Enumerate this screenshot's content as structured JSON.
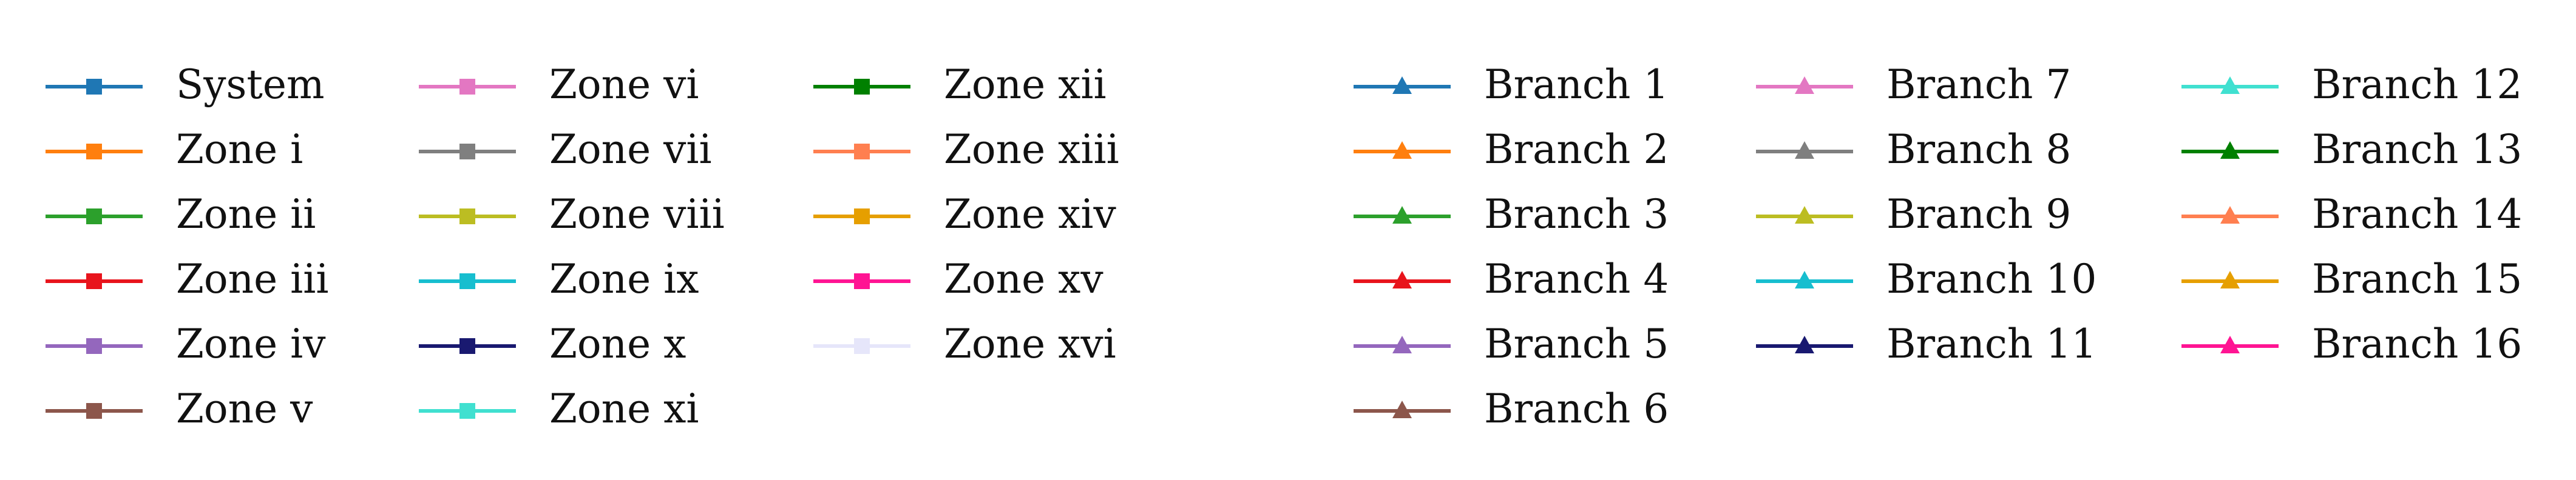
{
  "chart_data": [
    {
      "type": "line",
      "title": "",
      "legend_placement": "left",
      "marker": "square",
      "series": [
        {
          "name": "System",
          "color": "#1f77b4"
        },
        {
          "name": "Zone i",
          "color": "#ff7f0e"
        },
        {
          "name": "Zone ii",
          "color": "#2ca02c"
        },
        {
          "name": "Zone iii",
          "color": "#e8141c"
        },
        {
          "name": "Zone iv",
          "color": "#9467bd"
        },
        {
          "name": "Zone v",
          "color": "#8c564b"
        },
        {
          "name": "Zone vi",
          "color": "#e377c2"
        },
        {
          "name": "Zone vii",
          "color": "#7f7f7f"
        },
        {
          "name": "Zone viii",
          "color": "#bcbd22"
        },
        {
          "name": "Zone ix",
          "color": "#17becf"
        },
        {
          "name": "Zone x",
          "color": "#191970"
        },
        {
          "name": "Zone xi",
          "color": "#40e0d0"
        },
        {
          "name": "Zone xii",
          "color": "#008000"
        },
        {
          "name": "Zone xiii",
          "color": "#ff7f50"
        },
        {
          "name": "Zone xiv",
          "color": "#e69f00"
        },
        {
          "name": "Zone xv",
          "color": "#ff1493"
        },
        {
          "name": "Zone xvi",
          "color": "#e6e6fa"
        }
      ]
    },
    {
      "type": "line",
      "title": "",
      "legend_placement": "right",
      "marker": "triangle",
      "series": [
        {
          "name": "Branch 1",
          "color": "#1f77b4"
        },
        {
          "name": "Branch 2",
          "color": "#ff7f0e"
        },
        {
          "name": "Branch 3",
          "color": "#2ca02c"
        },
        {
          "name": "Branch 4",
          "color": "#e8141c"
        },
        {
          "name": "Branch 5",
          "color": "#9467bd"
        },
        {
          "name": "Branch 6",
          "color": "#8c564b"
        },
        {
          "name": "Branch 7",
          "color": "#e377c2"
        },
        {
          "name": "Branch 8",
          "color": "#7f7f7f"
        },
        {
          "name": "Branch 9",
          "color": "#bcbd22"
        },
        {
          "name": "Branch 10",
          "color": "#17becf"
        },
        {
          "name": "Branch 11",
          "color": "#191970"
        },
        {
          "name": "Branch 12",
          "color": "#40e0d0"
        },
        {
          "name": "Branch 13",
          "color": "#008000"
        },
        {
          "name": "Branch 14",
          "color": "#ff7f50"
        },
        {
          "name": "Branch 15",
          "color": "#e69f00"
        },
        {
          "name": "Branch 16",
          "color": "#ff1493"
        }
      ]
    }
  ]
}
